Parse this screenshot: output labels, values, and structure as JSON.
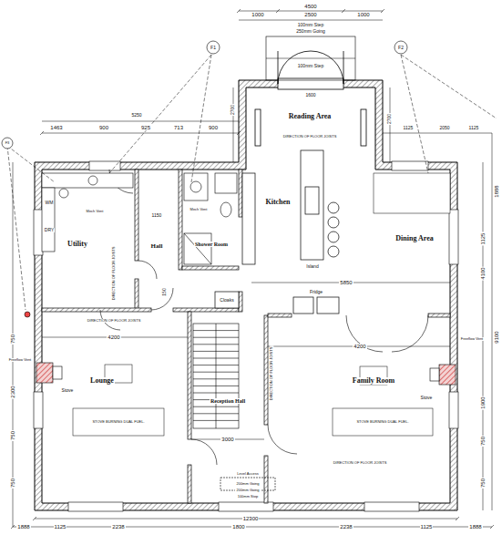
{
  "diagram": {
    "labels": [
      "4500",
      "1000",
      "2500",
      "1000",
      "100mm Step",
      "250mm Going",
      "100mm Step",
      "1600",
      "5250",
      "1463",
      "900",
      "925",
      "713",
      "900",
      "Reading Area",
      "DIRECTION OF FLOOR JOISTS",
      "2700",
      "2700",
      "1125",
      "2050",
      "1125",
      "Kitchen",
      "Island",
      "Dining Area",
      "Utility",
      "Hall",
      "Shower Room",
      "1150",
      "150",
      "5850",
      "Cloaks",
      "Fridge",
      "DIRECTION OF FLOOR JOISTS",
      "4200",
      "Lounge",
      "Stove",
      "STOVE BURNING DUAL FUEL.",
      "Reception Hall",
      "3000",
      "4200",
      "Family Room",
      "Stove",
      "STOVE BURNING DUAL FUEL.",
      "DIRECTION OF FLOOR JOISTS",
      "Level Access",
      "200mm Going",
      "200mm Going",
      "100mm Step",
      "12300",
      "1888",
      "1125",
      "2238",
      "1800",
      "2238",
      "1125",
      "1888",
      "750",
      "2300",
      "750",
      "750",
      "1888",
      "1125",
      "4100",
      "9100",
      "1900",
      "750",
      "750",
      "Freeflow Vent",
      "Freeflow Vent",
      "WM",
      "DRY",
      "Mech Vent",
      "Mech Vent",
      "DIRECTION OF FLOOR JOISTS",
      "DIRECTION OF FLOOR JOISTS",
      "F1",
      "F2",
      "F3"
    ]
  }
}
